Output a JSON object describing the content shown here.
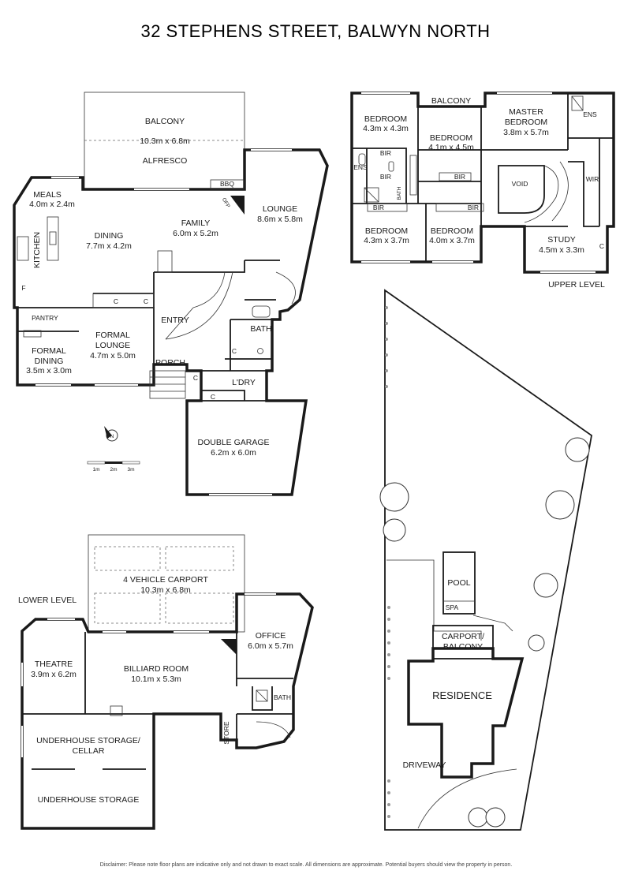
{
  "title": "32 STEPHENS STREET, BALWYN NORTH",
  "ground": {
    "balcony": "BALCONY",
    "balcony_dim": "10.3m x 6.8m",
    "alfresco": "ALFRESCO",
    "bbq": "BBQ",
    "offp": "OFP",
    "meals": "MEALS",
    "meals_dim": "4.0m x 2.4m",
    "kitchen": "KITCHEN",
    "dining": "DINING",
    "dining_dim": "7.7m x 4.2m",
    "family": "FAMILY",
    "family_dim": "6.0m x 5.2m",
    "lounge": "LOUNGE",
    "lounge_dim": "8.6m x 5.8m",
    "f": "F",
    "c1": "C",
    "c2": "C",
    "pantry": "PANTRY",
    "formal_dining": "FORMAL",
    "formal_dining2": "DINING",
    "formal_dining_dim": "3.5m x 3.0m",
    "formal_lounge": "FORMAL",
    "formal_lounge2": "LOUNGE",
    "formal_lounge_dim": "4.7m x 5.0m",
    "entry": "ENTRY",
    "porch": "PORCH",
    "bath": "BATH",
    "c3": "C",
    "ldry": "L'DRY",
    "c4": "C",
    "c5": "C",
    "garage": "DOUBLE GARAGE",
    "garage_dim": "6.2m x 6.0m",
    "north": "N",
    "scale": [
      "1m",
      "2m",
      "3m"
    ]
  },
  "upper": {
    "label": "UPPER LEVEL",
    "balcony": "BALCONY",
    "bed1": "BEDROOM",
    "bed1_dim": "4.3m x 4.3m",
    "bed2": "BEDROOM",
    "bed2_dim": "4.1m x 4.5m",
    "master": "MASTER",
    "master2": "BEDROOM",
    "master_dim": "3.8m x 5.7m",
    "ens1": "ENS",
    "ens2": "ENS",
    "bir1": "BIR",
    "bir2": "BIR",
    "bir3": "BIR",
    "bir4": "BIR",
    "bath": "BATH",
    "void": "VOID",
    "wir": "WIR",
    "bed3": "BEDROOM",
    "bed3_dim": "4.3m x 3.7m",
    "bed4": "BEDROOM",
    "bed4_dim": "4.0m x 3.7m",
    "study": "STUDY",
    "study_dim": "4.5m x 3.3m",
    "c": "C"
  },
  "lower": {
    "label": "LOWER LEVEL",
    "carport": "4 VEHICLE CARPORT",
    "carport_dim": "10.3m x 6.8m",
    "office": "OFFICE",
    "office_dim": "6.0m x 5.7m",
    "theatre": "THEATRE",
    "theatre_dim": "3.9m x 6.2m",
    "billiard": "BILLIARD ROOM",
    "billiard_dim": "10.1m x 5.3m",
    "bath": "BATH",
    "store": "STORE",
    "storage_cellar": "UNDERHOUSE STORAGE/",
    "storage_cellar2": "CELLAR",
    "storage": "UNDERHOUSE STORAGE"
  },
  "site": {
    "pool": "POOL",
    "spa": "SPA",
    "carport_balcony": "CARPORT/",
    "carport_balcony2": "BALCONY",
    "residence": "RESIDENCE",
    "driveway": "DRIVEWAY"
  },
  "disclaimer": "Disclaimer: Please note floor plans are indicative only and not drawn to exact scale. All dimensions are approximate. Potential buyers should view the property in person."
}
